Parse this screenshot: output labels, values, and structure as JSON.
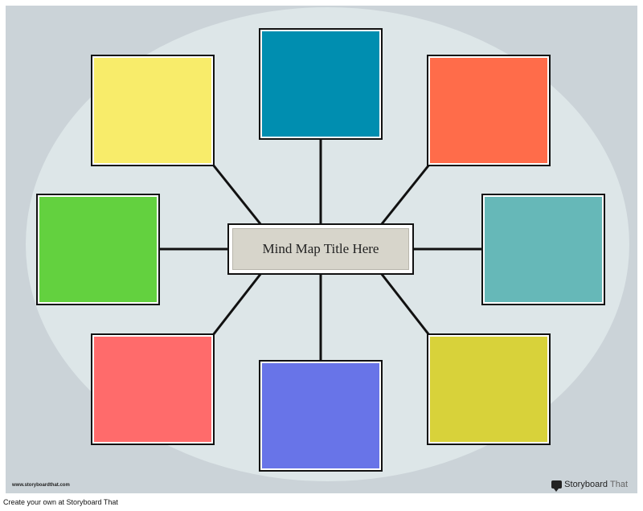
{
  "center": {
    "title": "Mind Map Title Here"
  },
  "nodes": [
    {
      "id": "top-left",
      "color": "#f8ec6a"
    },
    {
      "id": "top",
      "color": "#008eb0"
    },
    {
      "id": "top-right",
      "color": "#ff6c4a"
    },
    {
      "id": "left",
      "color": "#63d13f"
    },
    {
      "id": "right",
      "color": "#66b8b8"
    },
    {
      "id": "bottom-left",
      "color": "#ff6b6b"
    },
    {
      "id": "bottom",
      "color": "#6874e8"
    },
    {
      "id": "bottom-right",
      "color": "#d8d23a"
    }
  ],
  "watermark": {
    "site_url": "www.storyboardthat.com",
    "brand_name": "Storyboard",
    "brand_suffix": "That"
  },
  "footer": {
    "text": "Create your own at Storyboard That"
  }
}
